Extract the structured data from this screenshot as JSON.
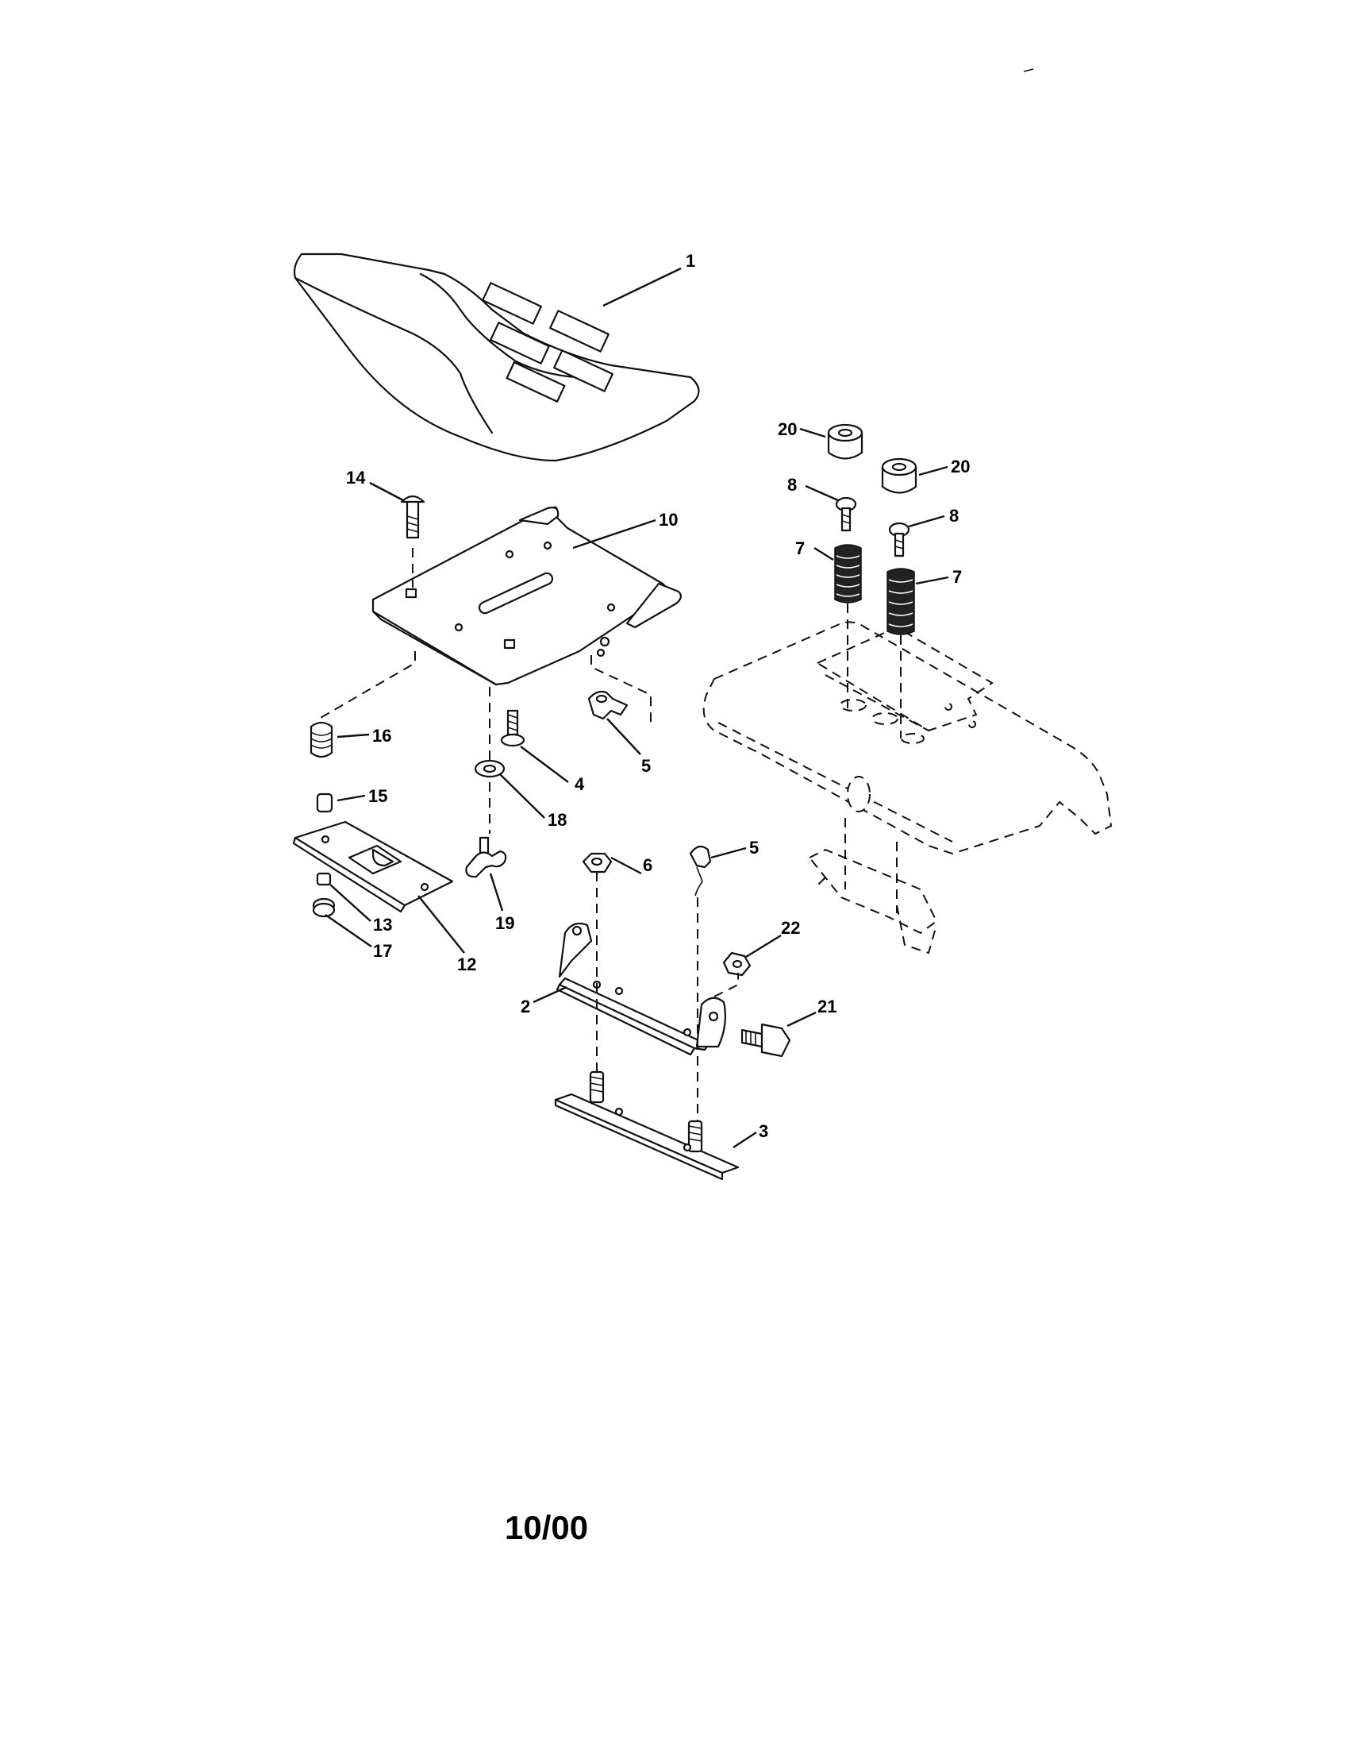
{
  "callouts": {
    "c1": "1",
    "c2": "2",
    "c3": "3",
    "c4": "4",
    "c5a": "5",
    "c5b": "5",
    "c6": "6",
    "c7a": "7",
    "c7b": "7",
    "c8a": "8",
    "c8b": "8",
    "c10": "10",
    "c12": "12",
    "c13": "13",
    "c14": "14",
    "c15": "15",
    "c16": "16",
    "c17": "17",
    "c18": "18",
    "c19": "19",
    "c20a": "20",
    "c20b": "20",
    "c21": "21",
    "c22": "22"
  },
  "footer": {
    "date": "10/00"
  }
}
